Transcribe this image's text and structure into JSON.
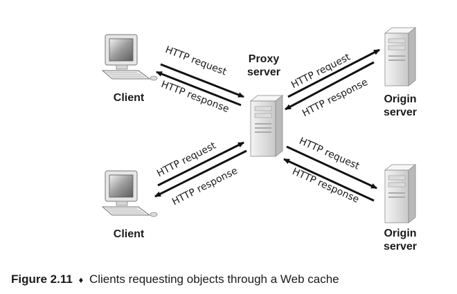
{
  "nodes": {
    "client_top": "Client",
    "client_bottom": "Client",
    "proxy_line1": "Proxy",
    "proxy_line2": "server",
    "origin_top_line1": "Origin",
    "origin_top_line2": "server",
    "origin_bottom_line1": "Origin",
    "origin_bottom_line2": "server"
  },
  "arrows": {
    "tl_request": "HTTP request",
    "tl_response": "HTTP response",
    "tr_request": "HTTP request",
    "tr_response": "HTTP response",
    "bl_request": "HTTP request",
    "bl_response": "HTTP response",
    "br_request": "HTTP request",
    "br_response": "HTTP response"
  },
  "caption": {
    "figure_number": "Figure 2.11",
    "bullet": "♦",
    "text": "Clients requesting objects through a Web cache"
  },
  "icons": [
    "computer-icon",
    "server-tower-icon"
  ]
}
